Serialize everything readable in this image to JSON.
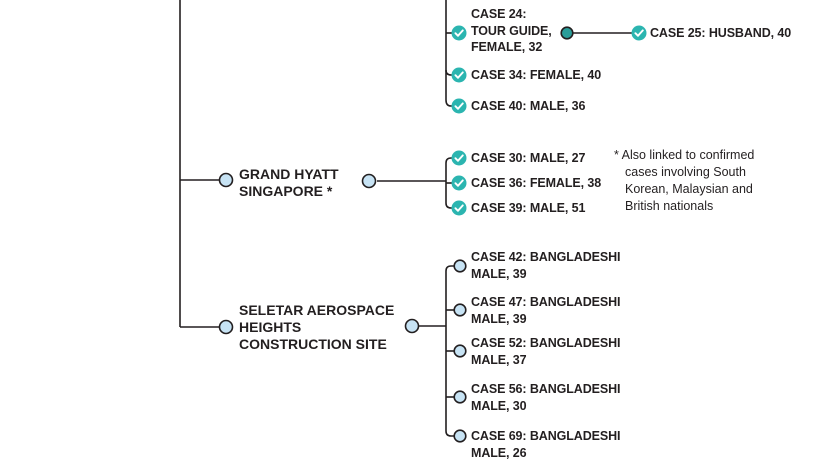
{
  "colors": {
    "line": "#231f20",
    "confirmed_fill": "#2bb5b0",
    "node_fill": "#c7e3f4",
    "linked_fill": "#2a9d99",
    "text": "#231f20"
  },
  "icons": {
    "confirmed": "check-circle-icon",
    "pending": "open-circle-icon"
  },
  "clusters": [
    {
      "id": "grand-hyatt",
      "label_lines": [
        "GRAND HYATT",
        "SINGAPORE *"
      ],
      "cases": [
        {
          "lines": [
            "CASE 30: MALE, 27"
          ],
          "confirmed": true
        },
        {
          "lines": [
            "CASE 36: FEMALE, 38"
          ],
          "confirmed": true
        },
        {
          "lines": [
            "CASE 39: MALE, 51"
          ],
          "confirmed": true
        }
      ]
    },
    {
      "id": "seletar",
      "label_lines": [
        "SELETAR AEROSPACE",
        "HEIGHTS",
        "CONSTRUCTION SITE"
      ],
      "cases": [
        {
          "lines": [
            "CASE 42: BANGLADESHI",
            "MALE, 39"
          ],
          "confirmed": false
        },
        {
          "lines": [
            "CASE 47: BANGLADESHI",
            "MALE, 39"
          ],
          "confirmed": false
        },
        {
          "lines": [
            "CASE 52: BANGLADESHI",
            "MALE, 37"
          ],
          "confirmed": false
        },
        {
          "lines": [
            "CASE 56: BANGLADESHI",
            "MALE, 30"
          ],
          "confirmed": false
        },
        {
          "lines": [
            "CASE 69: BANGLADESHI",
            "MALE, 26"
          ],
          "confirmed": false
        }
      ]
    }
  ],
  "top_cases": [
    {
      "lines": [
        "CASE 24:",
        "TOUR GUIDE,",
        "FEMALE, 32"
      ],
      "confirmed": true
    },
    {
      "lines": [
        "CASE 34: FEMALE, 40"
      ],
      "confirmed": true
    },
    {
      "lines": [
        "CASE 40: MALE, 36"
      ],
      "confirmed": true
    }
  ],
  "linked_case": {
    "lines": [
      "CASE 25: HUSBAND, 40"
    ],
    "confirmed": true
  },
  "note": {
    "lines": [
      "* Also linked to confirmed",
      "cases involving South",
      "Korean, Malaysian and",
      "British nationals"
    ]
  }
}
